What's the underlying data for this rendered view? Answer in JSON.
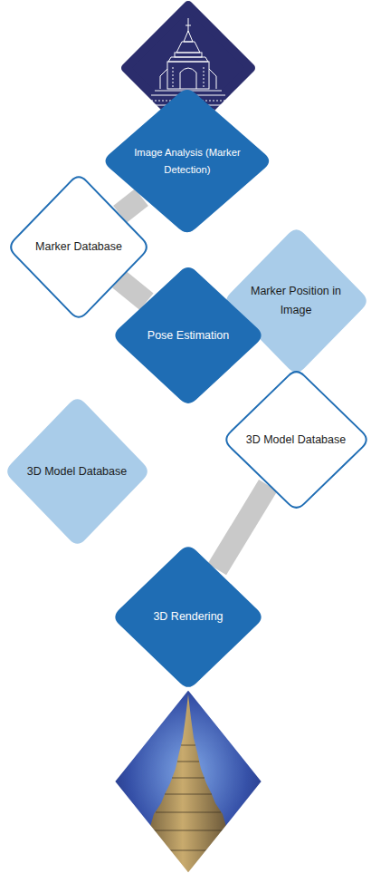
{
  "diagram": {
    "nodes": [
      {
        "text": [
          "Image Analysis (Marker Detection)"
        ]
      },
      {
        "text": [
          "Marker Database"
        ]
      },
      {
        "text": [
          "Marker Position in Image"
        ]
      },
      {
        "text": [
          "Pose Estimation"
        ]
      },
      {
        "text": [
          "3D Model Database"
        ]
      },
      {
        "text": [
          "3D Model Database"
        ]
      },
      {
        "text": [
          "3D Rendering"
        ]
      }
    ],
    "edges": [
      {
        "from": 0,
        "to": 1,
        "arrow": "none"
      },
      {
        "from": 1,
        "to": 3,
        "arrow": "none"
      },
      {
        "from": 5,
        "to": 6,
        "arrow": "none"
      }
    ]
  }
}
